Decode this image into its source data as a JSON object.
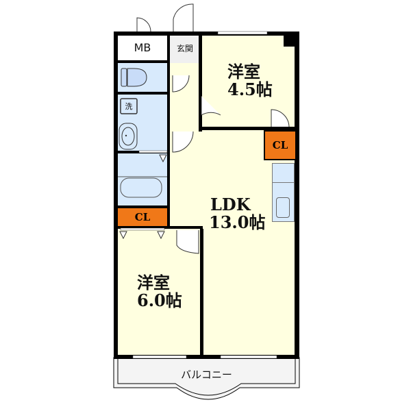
{
  "floorplan": {
    "rooms": {
      "western_room_1": {
        "name": "洋室",
        "size": "4.5帖"
      },
      "western_room_2": {
        "name": "洋室",
        "size": "6.0帖"
      },
      "ldk": {
        "name": "LDK",
        "size": "13.0帖"
      },
      "entrance": {
        "name": "玄関"
      },
      "meter_box": {
        "name": "MB"
      },
      "closet_upper": {
        "name": "CL"
      },
      "closet_lower": {
        "name": "CL"
      },
      "washer": {
        "name": "洗"
      },
      "balcony": {
        "name": "バルコニー"
      }
    },
    "colors": {
      "room_fill": "#ffffe0",
      "wet_area_fill": "#d8eafc",
      "closet_fill": "#f07818",
      "entrance_fill": "#f0f0f0",
      "balcony_fill": "#f4f4f4",
      "wall": "#000000"
    }
  }
}
